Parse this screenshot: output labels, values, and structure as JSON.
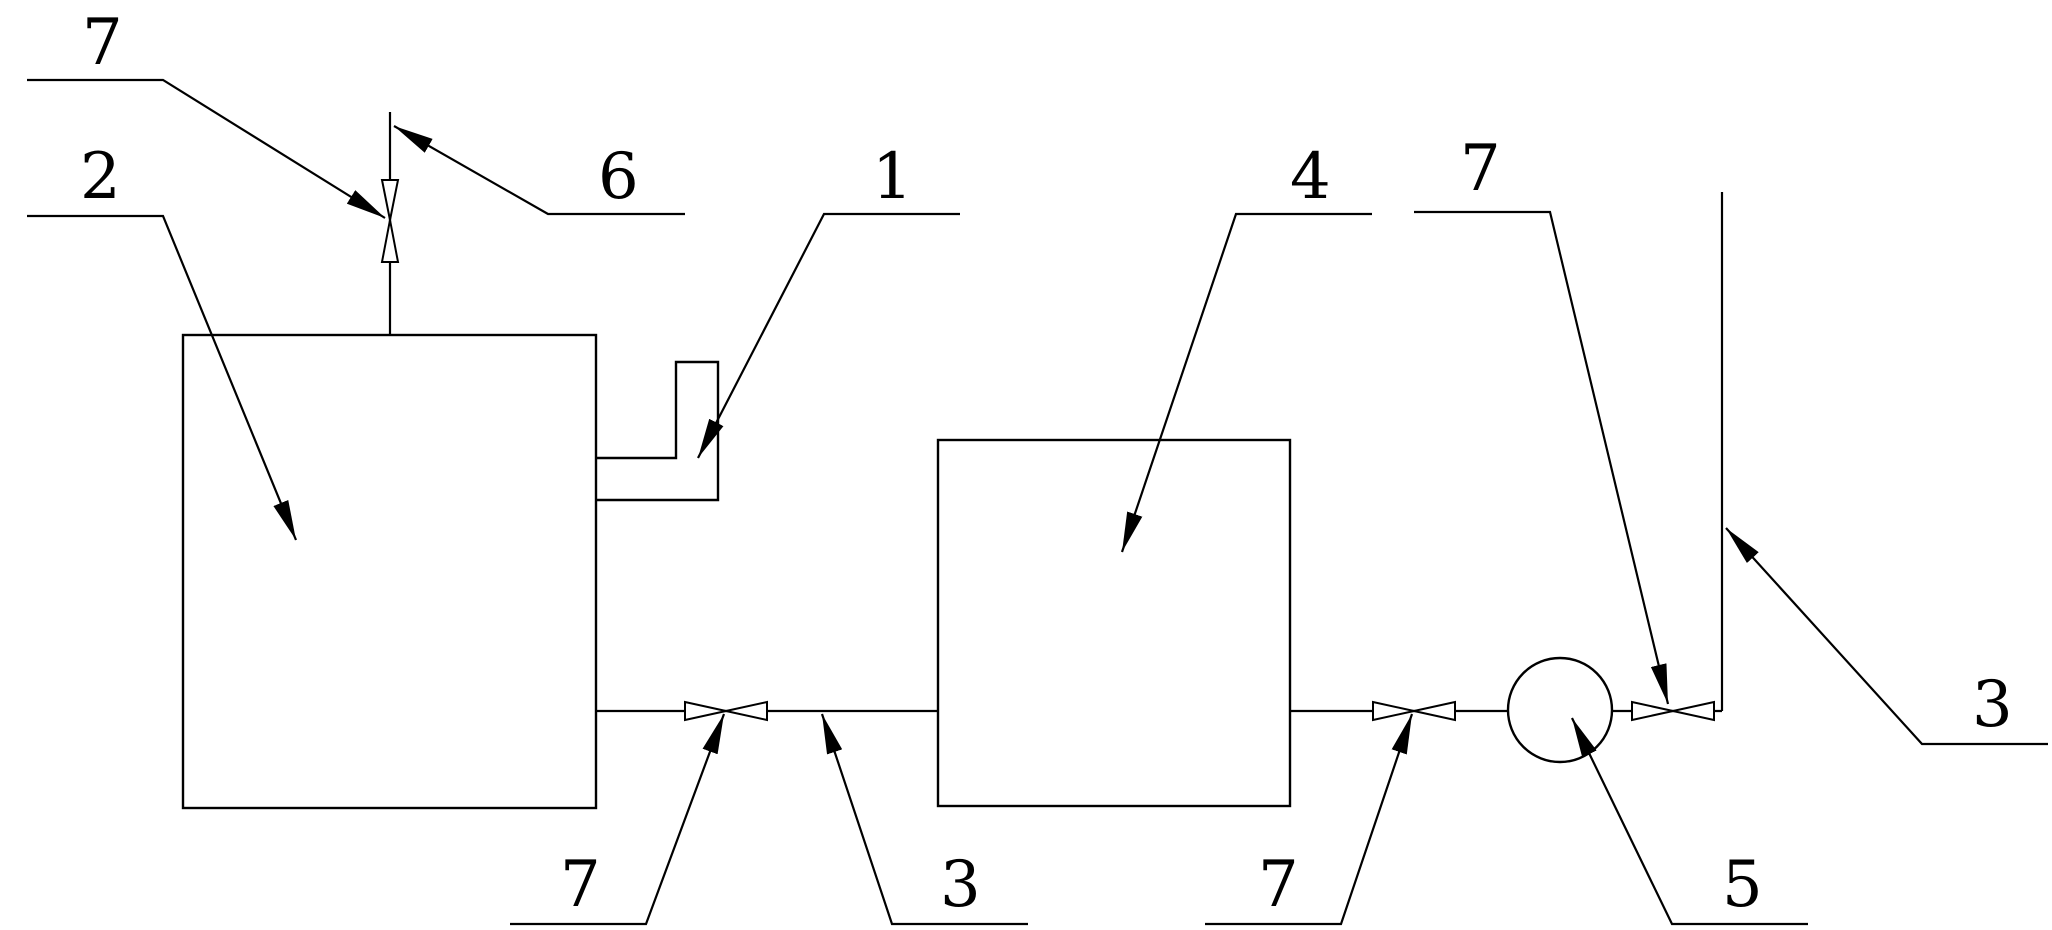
{
  "labels": {
    "valve_top": "7",
    "tank_left": "2",
    "vent_pipe": "6",
    "inlet_pipe": "1",
    "tank_mid": "4",
    "valve_right_top": "7",
    "pipe_right": "3",
    "valve_bottom_left": "7",
    "pipe_bottom": "3",
    "valve_bottom_right": "7",
    "pump": "5"
  },
  "colors": {
    "line": "#000000",
    "background": "#ffffff"
  }
}
